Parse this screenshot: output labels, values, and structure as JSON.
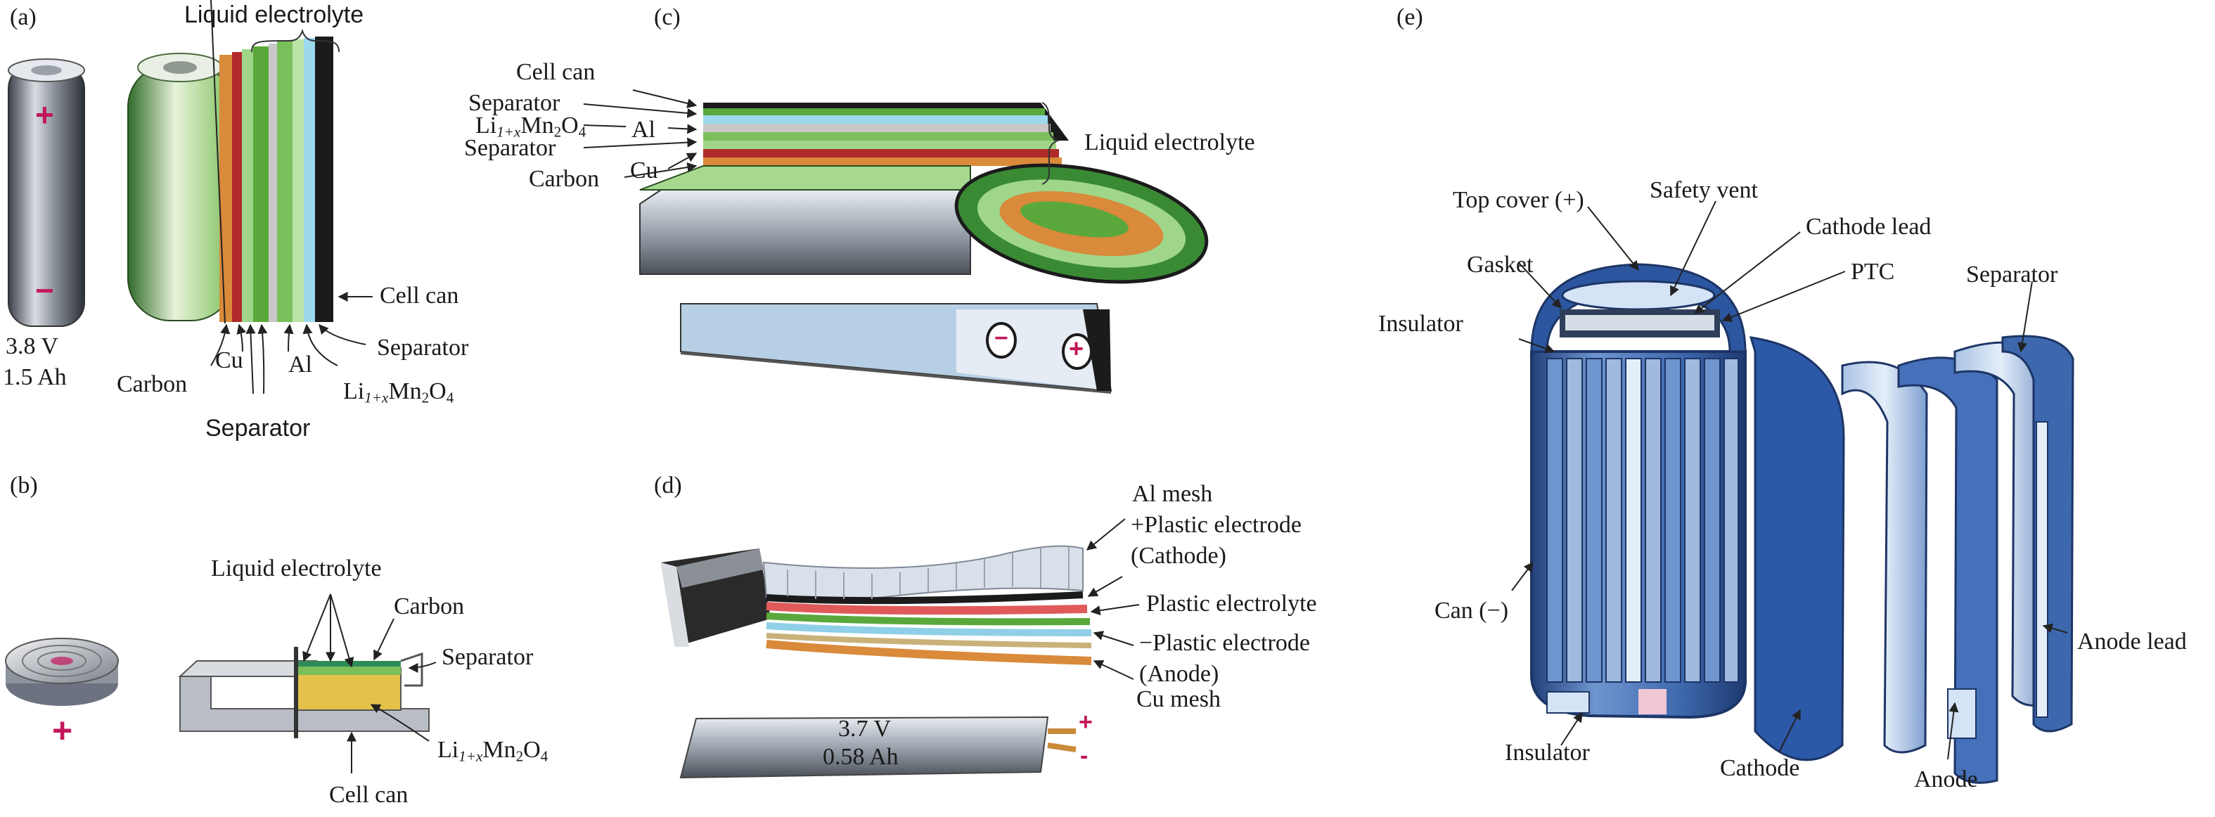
{
  "panels": {
    "a": {
      "tag": "(a)",
      "voltage": "3.8 V",
      "capacity": "1.5 Ah",
      "liquid_electrolyte": "Liquid electrolyte",
      "cell_can": "Cell can",
      "separator_right": "Separator",
      "carbon": "Carbon",
      "cu": "Cu",
      "al": "Al",
      "limno": {
        "main": "Li",
        "s1": "1+x",
        "mid": "Mn",
        "s2": "2",
        "o": "O",
        "s3": "4"
      },
      "separator_bottom": "Separator",
      "plus": "+",
      "minus": "−"
    },
    "b": {
      "tag": "(b)",
      "liquid_electrolyte": "Liquid electrolyte",
      "carbon": "Carbon",
      "separator": "Separator",
      "limno": {
        "main": "Li",
        "s1": "1+x",
        "mid": "Mn",
        "s2": "2",
        "o": "O",
        "s3": "4"
      },
      "cell_can": "Cell can",
      "plus": "+"
    },
    "c": {
      "tag": "(c)",
      "cell_can": "Cell can",
      "separator1": "Separator",
      "limno": {
        "main": "Li",
        "s1": "1+x",
        "mid": "Mn",
        "s2": "2",
        "o": "O",
        "s3": "4"
      },
      "al": "Al",
      "separator2": "Separator",
      "carbon": "Carbon",
      "cu": "Cu",
      "liquid_electrolyte": "Liquid electrolyte",
      "minus": "−",
      "plus": "+"
    },
    "d": {
      "tag": "(d)",
      "al_mesh": "Al mesh",
      "plastic_cathode": "+Plastic electrode",
      "cathode": "(Cathode)",
      "plastic_electrolyte": "Plastic electrolyte",
      "plastic_anode": "−Plastic electrode",
      "anode": "(Anode)",
      "cu_mesh": "Cu mesh",
      "voltage": "3.7 V",
      "capacity": "0.58 Ah",
      "plus": "+",
      "minus": "-"
    },
    "e": {
      "tag": "(e)",
      "top_cover": "Top cover (+)",
      "safety_vent": "Safety vent",
      "cathode_lead": "Cathode lead",
      "gasket": "Gasket",
      "ptc": "PTC",
      "separator": "Separator",
      "insulator_top": "Insulator",
      "can": "Can (−)",
      "anode_lead": "Anode lead",
      "insulator_bottom": "Insulator",
      "cathode": "Cathode",
      "anode": "Anode"
    }
  },
  "colors": {
    "carbon": "#d98a3a",
    "copper": "#b02a2a",
    "separator": "#9fd68a",
    "aluminum": "#c8c8c8",
    "limno": "#5aa83c",
    "electrolyte": "#8fd0e8",
    "can_dark": "#1b1b1b",
    "blue": "#3f6fb8",
    "accent": "#c2185b"
  }
}
